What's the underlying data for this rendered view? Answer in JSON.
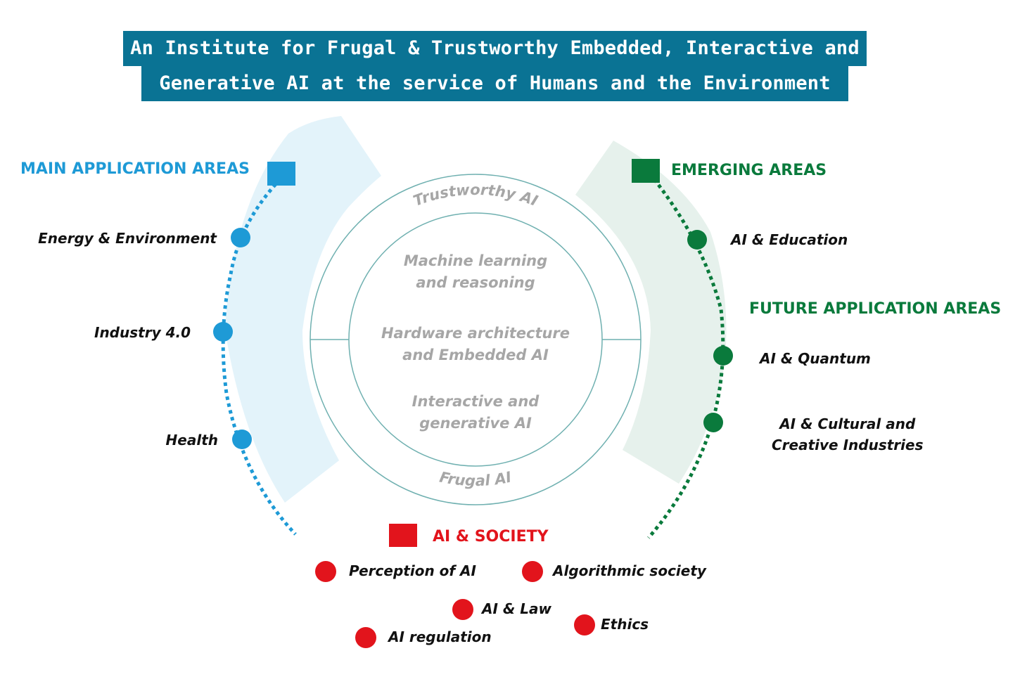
{
  "title": {
    "line1": "An Institute for Frugal & Trustworthy Embedded, Interactive and",
    "line2": "Generative AI at the service of Humans and the Environment"
  },
  "colors": {
    "title_bg": "#0a7394",
    "main_blue": "#1e9ad6",
    "main_band": "#e3f3fa",
    "emerging_green": "#0a7a3c",
    "emerging_band": "#e6f1ec",
    "society_red": "#e2141c",
    "ring_teal": "#6fb0b0",
    "core_text": "#a6a6a6"
  },
  "main_areas": {
    "heading": "MAIN APPLICATION AREAS",
    "items": [
      "Energy & Environment",
      "Industry 4.0",
      "Health"
    ]
  },
  "emerging_areas": {
    "heading": "EMERGING AREAS",
    "items": [
      "AI & Education"
    ]
  },
  "future_areas": {
    "heading": "FUTURE APPLICATION AREAS",
    "items": [
      "AI & Quantum",
      "AI & Cultural and",
      "Creative Industries"
    ]
  },
  "society": {
    "heading": "AI & SOCIETY",
    "items": [
      "Perception of AI",
      "Algorithmic society",
      "AI & Law",
      "Ethics",
      "AI regulation"
    ]
  },
  "core": {
    "outer_top": "Trustworthy AI",
    "outer_bottom": "Frugal AI",
    "inner": [
      [
        "Machine learning",
        "and reasoning"
      ],
      [
        "Hardware architecture",
        "and Embedded AI"
      ],
      [
        "Interactive and",
        "generative AI"
      ]
    ]
  }
}
